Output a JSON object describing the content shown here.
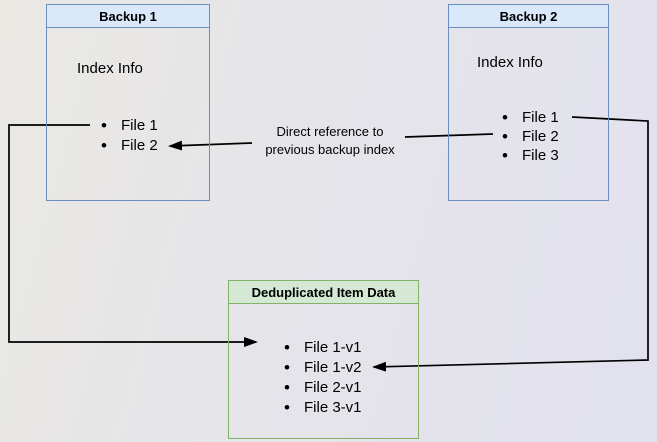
{
  "diagram": {
    "backup1": {
      "title": "Backup 1",
      "subtitle": "Index Info",
      "files": [
        "File 1",
        "File 2"
      ]
    },
    "backup2": {
      "title": "Backup 2",
      "subtitle": "Index Info",
      "files": [
        "File 1",
        "File 2",
        "File 3"
      ]
    },
    "dedup": {
      "title": "Deduplicated Item Data",
      "files": [
        "File 1-v1",
        "File 1-v2",
        "File 2-v1",
        "File 3-v1"
      ]
    },
    "edge_label": {
      "line1": "Direct reference to",
      "line2": "previous backup index"
    }
  },
  "colors": {
    "blue_border": "#6c8ebf",
    "blue_fill": "#dae8fc",
    "green_border": "#82b366",
    "green_fill": "#d5e8d4",
    "connector": "#000000"
  }
}
